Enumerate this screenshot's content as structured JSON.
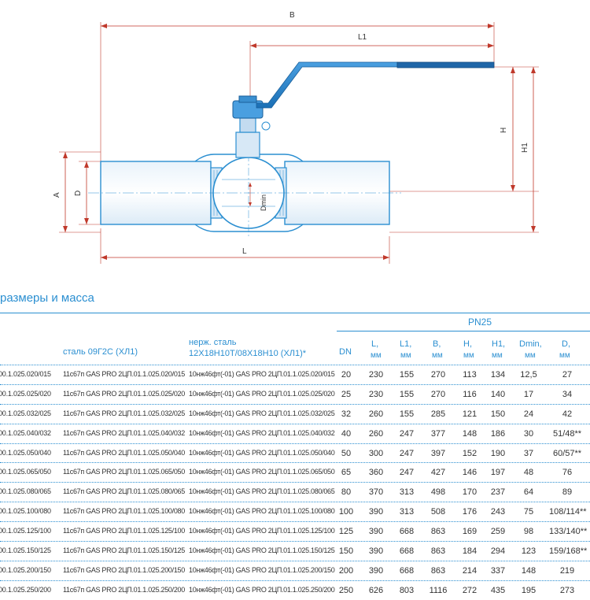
{
  "drawing": {
    "labels": {
      "B": "B",
      "L1": "L1",
      "H": "H",
      "H1": "H1",
      "A": "A",
      "D": "D",
      "Dmin": "Dmin",
      "L": "L"
    }
  },
  "section": {
    "title": "размеры и масса"
  },
  "table": {
    "group_label": "PN25",
    "col_steel": "сталь 09Г2С (ХЛ1)",
    "col_stainless_line1": "нерж. сталь",
    "col_stainless_line2": "12Х18Н10Т/08Х18Н10 (ХЛ1)*",
    "headers": [
      {
        "name": "DN",
        "unit": ""
      },
      {
        "name": "L,",
        "unit": "мм"
      },
      {
        "name": "L1,",
        "unit": "мм"
      },
      {
        "name": "B,",
        "unit": "мм"
      },
      {
        "name": "H,",
        "unit": "мм"
      },
      {
        "name": "H1,",
        "unit": "мм"
      },
      {
        "name": "Dmin,",
        "unit": "мм"
      },
      {
        "name": "D,",
        "unit": "мм"
      }
    ],
    "rows": [
      {
        "code": "00.1.025.020/015",
        "steel": "11с67п GAS PRO 2ЦП.01.1.025.020/015",
        "stainless": "10нж46фт(-01) GAS PRO 2ЦП.01.1.025.020/015",
        "dn": "20",
        "l": "230",
        "l1": "155",
        "b": "270",
        "h": "113",
        "h1": "134",
        "dmin": "12,5",
        "d": "27"
      },
      {
        "code": "00.1.025.025/020",
        "steel": "11с67п GAS PRO 2ЦП.01.1.025.025/020",
        "stainless": "10нж46фт(-01) GAS PRO 2ЦП.01.1.025.025/020",
        "dn": "25",
        "l": "230",
        "l1": "155",
        "b": "270",
        "h": "116",
        "h1": "140",
        "dmin": "17",
        "d": "34"
      },
      {
        "code": "00.1.025.032/025",
        "steel": "11с67п GAS PRO 2ЦП.01.1.025.032/025",
        "stainless": "10нж46фт(-01) GAS PRO 2ЦП.01.1.025.032/025",
        "dn": "32",
        "l": "260",
        "l1": "155",
        "b": "285",
        "h": "121",
        "h1": "150",
        "dmin": "24",
        "d": "42"
      },
      {
        "code": "00.1.025.040/032",
        "steel": "11с67п GAS PRO 2ЦП.01.1.025.040/032",
        "stainless": "10нж46фт(-01) GAS PRO 2ЦП.01.1.025.040/032",
        "dn": "40",
        "l": "260",
        "l1": "247",
        "b": "377",
        "h": "148",
        "h1": "186",
        "dmin": "30",
        "d": "51/48**"
      },
      {
        "code": "00.1.025.050/040",
        "steel": "11с67п GAS PRO 2ЦП.01.1.025.050/040",
        "stainless": "10нж46фт(-01) GAS PRO 2ЦП.01.1.025.050/040",
        "dn": "50",
        "l": "300",
        "l1": "247",
        "b": "397",
        "h": "152",
        "h1": "190",
        "dmin": "37",
        "d": "60/57**"
      },
      {
        "code": "00.1.025.065/050",
        "steel": "11с67п GAS PRO 2ЦП.01.1.025.065/050",
        "stainless": "10нж46фт(-01) GAS PRO 2ЦП.01.1.025.065/050",
        "dn": "65",
        "l": "360",
        "l1": "247",
        "b": "427",
        "h": "146",
        "h1": "197",
        "dmin": "48",
        "d": "76"
      },
      {
        "code": "00.1.025.080/065",
        "steel": "11с67п GAS PRO 2ЦП.01.1.025.080/065",
        "stainless": "10нж46фт(-01) GAS PRO 2ЦП.01.1.025.080/065",
        "dn": "80",
        "l": "370",
        "l1": "313",
        "b": "498",
        "h": "170",
        "h1": "237",
        "dmin": "64",
        "d": "89"
      },
      {
        "code": "00.1.025.100/080",
        "steel": "11с67п GAS PRO 2ЦП.01.1.025.100/080",
        "stainless": "10нж46фт(-01) GAS PRO 2ЦП.01.1.025.100/080",
        "dn": "100",
        "l": "390",
        "l1": "313",
        "b": "508",
        "h": "176",
        "h1": "243",
        "dmin": "75",
        "d": "108/114**"
      },
      {
        "code": "00.1.025.125/100",
        "steel": "11с67п GAS PRO 2ЦП.01.1.025.125/100",
        "stainless": "10нж46фт(-01) GAS PRO 2ЦП.01.1.025.125/100",
        "dn": "125",
        "l": "390",
        "l1": "668",
        "b": "863",
        "h": "169",
        "h1": "259",
        "dmin": "98",
        "d": "133/140**"
      },
      {
        "code": "00.1.025.150/125",
        "steel": "11с67п GAS PRO 2ЦП.01.1.025.150/125",
        "stainless": "10нж46фт(-01) GAS PRO 2ЦП.01.1.025.150/125",
        "dn": "150",
        "l": "390",
        "l1": "668",
        "b": "863",
        "h": "184",
        "h1": "294",
        "dmin": "123",
        "d": "159/168**"
      },
      {
        "code": "00.1.025.200/150",
        "steel": "11с67п GAS PRO 2ЦП.01.1.025.200/150",
        "stainless": "10нж46фт(-01) GAS PRO 2ЦП.01.1.025.200/150",
        "dn": "200",
        "l": "390",
        "l1": "668",
        "b": "863",
        "h": "214",
        "h1": "337",
        "dmin": "148",
        "d": "219"
      },
      {
        "code": "00.1.025.250/200",
        "steel": "11с67п GAS PRO 2ЦП.01.1.025.250/200",
        "stainless": "10нж46фт(-01) GAS PRO 2ЦП.01.1.025.250/200",
        "dn": "250",
        "l": "626",
        "l1": "803",
        "b": "1116",
        "h": "272",
        "h1": "435",
        "dmin": "195",
        "d": "273"
      }
    ]
  }
}
